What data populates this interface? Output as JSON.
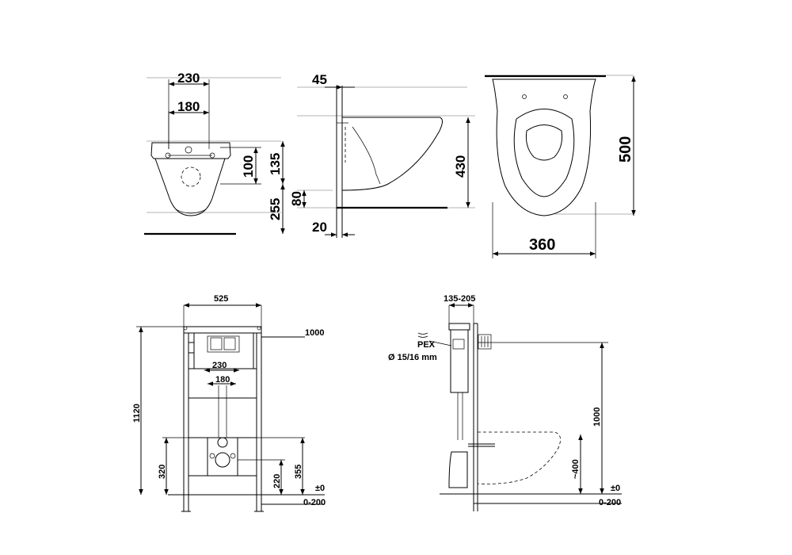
{
  "front_view": {
    "dim_230": "230",
    "dim_180": "180",
    "dim_135": "135",
    "dim_100": "100",
    "dim_255": "255"
  },
  "side_view": {
    "dim_45": "45",
    "dim_430": "430",
    "dim_80": "80",
    "dim_20": "20"
  },
  "top_view": {
    "dim_500": "500",
    "dim_360": "360"
  },
  "frame_front": {
    "dim_525": "525",
    "dim_1000": "1000",
    "dim_1120": "1120",
    "dim_230": "230",
    "dim_180": "180",
    "dim_320": "320",
    "dim_220": "220",
    "dim_355": "355",
    "dim_zero": "±0",
    "dim_range": "0-200"
  },
  "frame_side": {
    "dim_135_205": "135-205",
    "pex": "PEX",
    "pipe": "Ø 15/16 mm",
    "dim_1000": "1000",
    "dim_400": "~400",
    "dim_zero": "±0",
    "dim_range": "0-200"
  }
}
